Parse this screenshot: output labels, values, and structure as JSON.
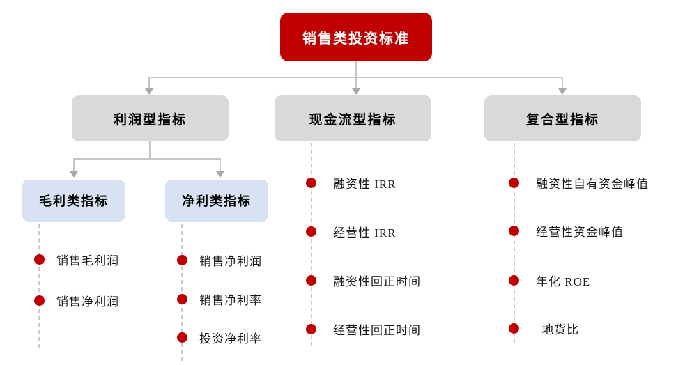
{
  "diagram": {
    "title": "销售类投资标准",
    "root": {
      "label": "销售类投资标准"
    },
    "level1": [
      {
        "label": "利润型指标"
      },
      {
        "label": "现金流型指标"
      },
      {
        "label": "复合型指标"
      }
    ],
    "level2": [
      {
        "label": "毛利类指标"
      },
      {
        "label": "净利类指标"
      }
    ],
    "lists": {
      "gross": [
        "销售毛利润",
        "销售净利润"
      ],
      "net": [
        "销售净利润",
        "销售净利率",
        "投资净利率"
      ],
      "cashflow": [
        "融资性 IRR",
        "经营性 IRR",
        "融资性回正时间",
        "经营性回正时间"
      ],
      "composite": [
        "融资性自有资金峰值",
        "经营性资金峰值",
        "年化 ROE",
        "地货比"
      ]
    },
    "colors": {
      "accent_red": "#C00000",
      "node_gray": "#D9D9D9",
      "node_blue": "#D9E2F3",
      "line_gray": "#C6C6C6"
    }
  }
}
